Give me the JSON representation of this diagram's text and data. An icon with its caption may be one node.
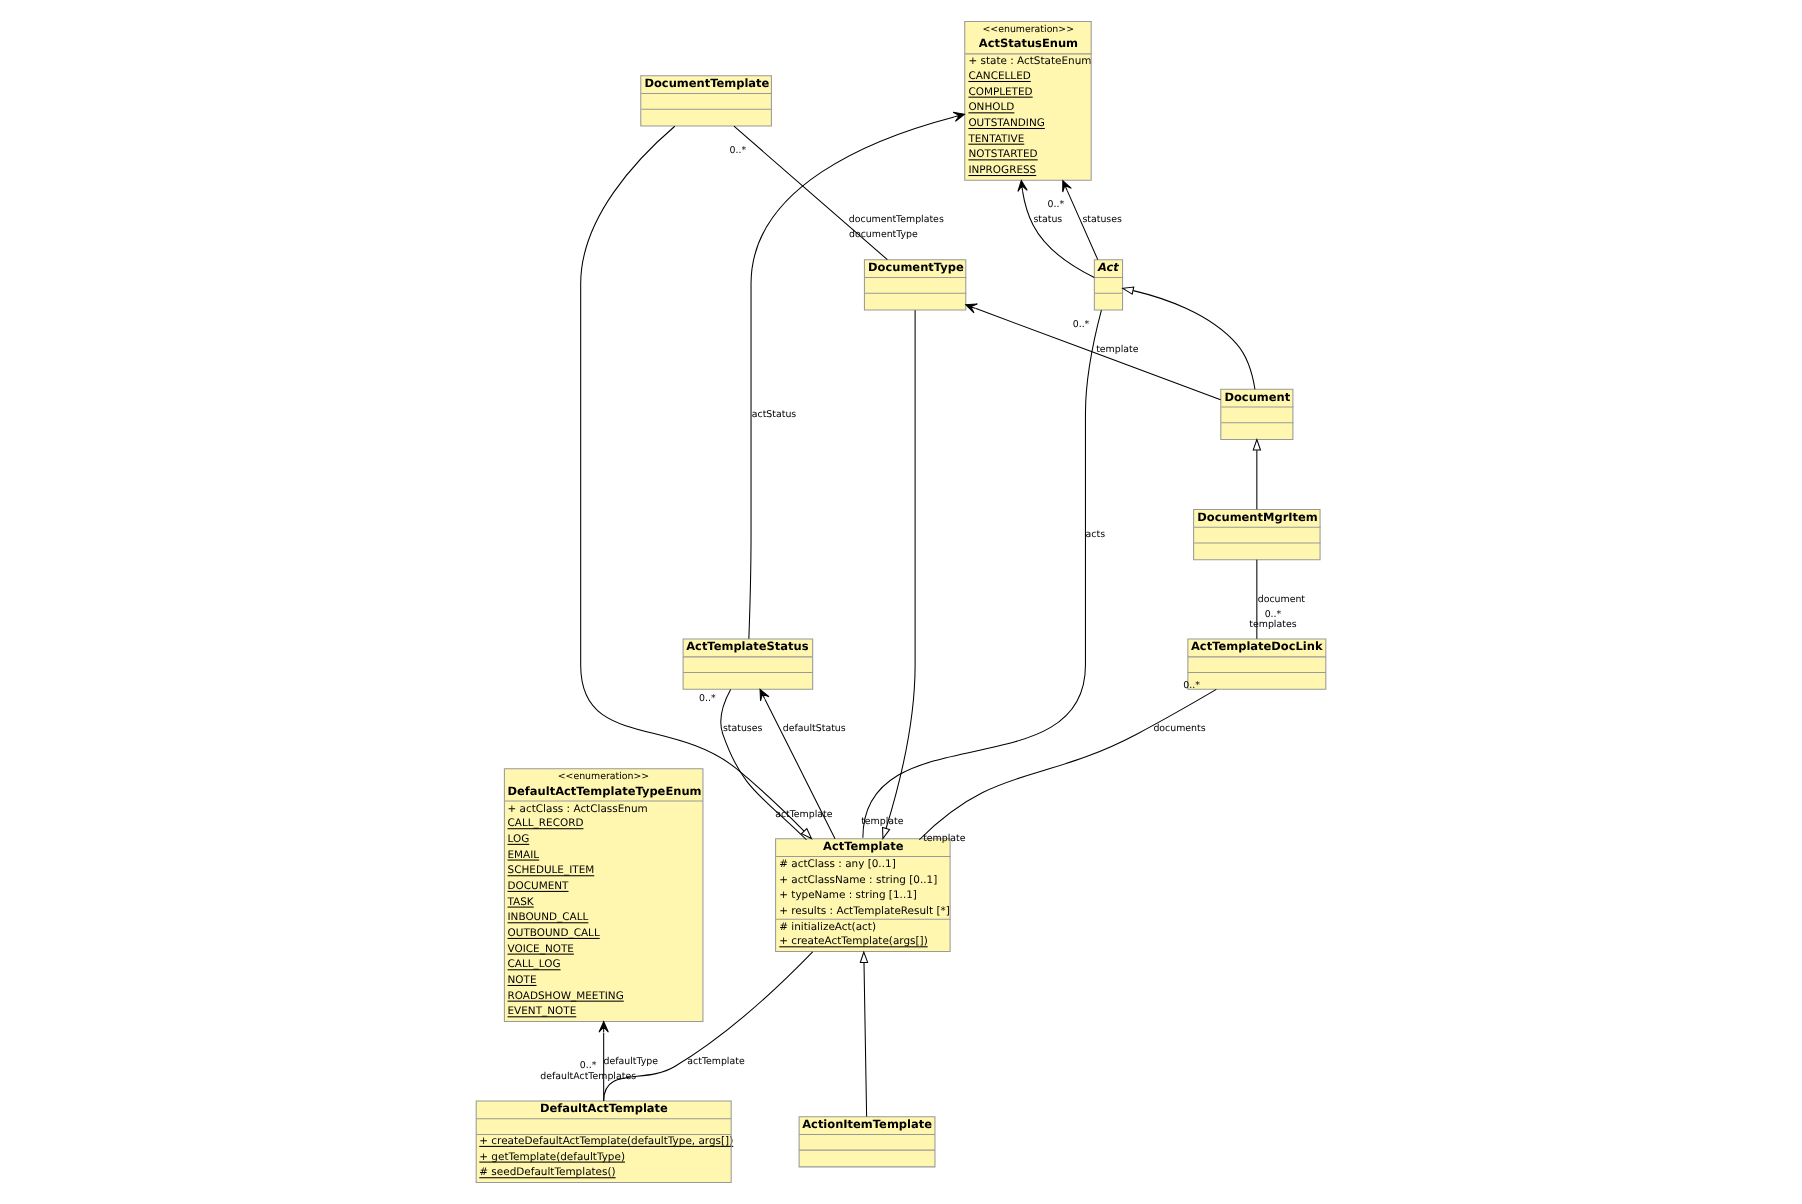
{
  "diagram": {
    "nodes": [
      {
        "text": [
          "DefaultActTemplate",
          "+ createDefaultActTemplate(defaultType, args[])",
          "+ getTemplate(defaultType)",
          "# seedDefaultTemplates()"
        ]
      },
      {
        "text": [
          "<<enumeration>>",
          "DefaultActTemplateTypeEnum",
          "+ actClass : ActClassEnum",
          "CALL_RECORD",
          "LOG",
          "EMAIL",
          "SCHEDULE_ITEM",
          "DOCUMENT",
          "TASK",
          "INBOUND_CALL",
          "OUTBOUND_CALL",
          "VOICE_NOTE",
          "CALL_LOG",
          "NOTE",
          "ROADSHOW_MEETING",
          "EVENT_NOTE"
        ]
      },
      {
        "text": [
          "<<enumeration>>",
          "ActStatusEnum",
          "+ state : ActStateEnum",
          "CANCELLED",
          "COMPLETED",
          "ONHOLD",
          "OUTSTANDING",
          "TENTATIVE",
          "NOTSTARTED",
          "INPROGRESS"
        ]
      },
      {
        "text": [
          "ActTemplate",
          "# actClass : any [0..1]",
          "+ actClassName : string [0..1]",
          "+ typeName : string [1..1]",
          "+ results : ActTemplateResult [*]",
          "# initializeAct(act)",
          "+ createActTemplate(args[])"
        ]
      },
      {
        "text": [
          "Act"
        ]
      },
      {
        "text": [
          "ActTemplateStatus"
        ]
      },
      {
        "text": [
          "ActionItemTemplate"
        ]
      },
      {
        "text": [
          "Document"
        ]
      },
      {
        "text": [
          "ActTemplateDocLink"
        ]
      },
      {
        "text": [
          "DocumentType"
        ]
      },
      {
        "text": [
          "DocumentTemplate"
        ]
      },
      {
        "text": [
          "DocumentMgrItem"
        ]
      }
    ],
    "edges": [
      {
        "from": 0,
        "to": 1,
        "arrow": "to",
        "label": "defaultType"
      },
      {
        "from": 0,
        "to": 3,
        "arrow": "none",
        "label": "actTemplate"
      },
      {
        "from": 4,
        "to": 2,
        "arrow": "to",
        "label": "statuses"
      },
      {
        "from": 4,
        "to": 2,
        "arrow": "to",
        "label": "status"
      },
      {
        "from": 5,
        "to": 2,
        "arrow": "to",
        "label": "actStatus"
      },
      {
        "from": 3,
        "to": 5,
        "arrow": "to",
        "label": "defaultStatus"
      },
      {
        "from": 3,
        "to": 5,
        "arrow": "none",
        "label": "statuses"
      },
      {
        "from": 3,
        "to": 4,
        "arrow": "none",
        "label": "acts"
      },
      {
        "from": 6,
        "to": 3,
        "arrow": "to"
      },
      {
        "from": 9,
        "to": 3,
        "arrow": "to"
      },
      {
        "from": 10,
        "to": 3,
        "arrow": "to"
      },
      {
        "from": 7,
        "to": 4,
        "arrow": "to"
      },
      {
        "from": 11,
        "to": 7,
        "arrow": "to"
      },
      {
        "from": 3,
        "to": 8,
        "arrow": "none",
        "label": "documents"
      },
      {
        "from": 8,
        "to": 11,
        "arrow": "none",
        "label": "document"
      },
      {
        "from": 9,
        "to": 10,
        "arrow": "none",
        "label": "documentTemplates"
      },
      {
        "from": 7,
        "to": 9,
        "arrow": "to",
        "label": "template"
      }
    ],
    "labels": [
      "0..*",
      "defaultActTemplates",
      "0..*",
      "0..*",
      "actTemplate",
      "template",
      "template",
      "0..*",
      "0..*",
      "0..*",
      "templates",
      "documentType",
      "0..*"
    ]
  }
}
